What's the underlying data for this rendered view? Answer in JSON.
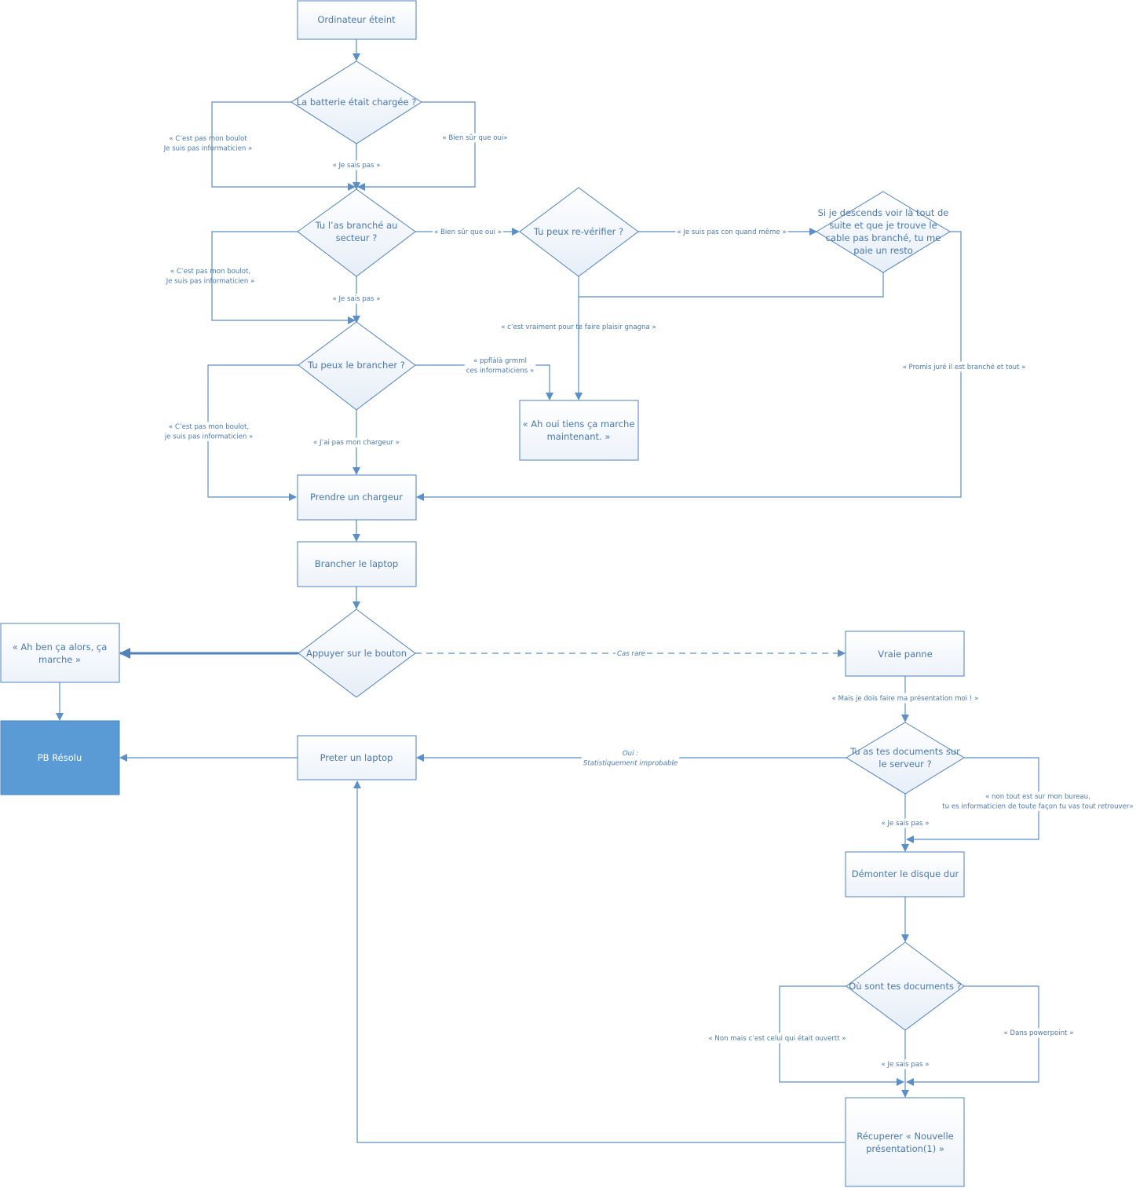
{
  "nodes": {
    "ordinateur_eteint": [
      "Ordinateur éteint"
    ],
    "batterie_chargee": [
      "La batterie était chargée ?"
    ],
    "branche_secteur": [
      "Tu l’as branché au",
      "secteur ?"
    ],
    "reverifier": [
      "Tu peux re-vérifier ?"
    ],
    "si_je_descends": [
      "Si je descends voir là tout de",
      "suite et que je trouve le",
      "cable pas branché, tu me",
      "paie un resto"
    ],
    "peux_brancher": [
      "Tu peux le brancher ?"
    ],
    "ah_oui_tiens": [
      "« Ah oui tiens ça marche",
      "maintenant. »"
    ],
    "prendre_chargeur": [
      "Prendre un chargeur"
    ],
    "brancher_laptop": [
      "Brancher le laptop"
    ],
    "appuyer_bouton": [
      "Appuyer sur le bouton"
    ],
    "ah_ben_ca_alors": [
      "« Ah ben ça alors, ça",
      "marche »"
    ],
    "vraie_panne": [
      "Vraie panne"
    ],
    "pb_resolu": [
      "PB Résolu"
    ],
    "preter_laptop": [
      "Preter un laptop"
    ],
    "documents_serveur": [
      "Tu as tes documents sur",
      "le serveur ?"
    ],
    "demonter_disque": [
      "Démonter le disque dur"
    ],
    "ou_documents": [
      "Où sont tes documents ?"
    ],
    "recuperer": [
      "Récuperer « Nouvelle",
      "présentation(1) »"
    ]
  },
  "edges": {
    "batt_pas_boulot": [
      "« C’est pas mon boulot",
      "Je suis pas informaticien »"
    ],
    "batt_bien_sur": [
      "« Bien  sûr que oui»"
    ],
    "batt_sais_pas": [
      "« Je sais pas »"
    ],
    "sect_pas_boulot": [
      "« C’est pas mon boulot,",
      "Je suis pas informaticien »"
    ],
    "sect_bien_sur": [
      "« Bien sûr que oui »"
    ],
    "sect_sais_pas": [
      "« Je sais pas »"
    ],
    "reverif_pas_con": [
      "« Je suis pas con quand même »"
    ],
    "reverif_vraiment": [
      "« c’est vraiment pour te faire plaisir gnagna »"
    ],
    "promis_jure": [
      "« Promis juré il est branché et tout »"
    ],
    "brancher_ppflala": [
      "« ppflàlà  grmml",
      "ces informaticiens »"
    ],
    "brancher_pas_boulot": [
      "« C’est pas mon boulot,",
      "je suis pas informaticien »"
    ],
    "brancher_pas_chargeur": [
      "« J’ai pas mon chargeur »"
    ],
    "cas_rare": [
      "Cas rare"
    ],
    "presentation_moi": [
      "« Mais je dois faire ma présentation moi ! »"
    ],
    "oui_statistiquement": [
      "Oui :",
      "Statistiquement improbable"
    ],
    "non_bureau": [
      "« non tout est sur mon bureau,",
      "tu es informaticien de toute façon tu vas tout retrouver»"
    ],
    "serveur_sais_pas": [
      "« Je sais pas »"
    ],
    "non_mais_ouvert": [
      "« Non mais c’est celui qui était ouvertt »"
    ],
    "dans_powerpoint": [
      "« Dans powerpoint »"
    ],
    "ou_sais_pas": [
      "« Je sais pas »"
    ]
  },
  "colors": {
    "stroke": "#4f81bd",
    "text": "#4a78b0",
    "resolved_fill": "#5b9bd5"
  }
}
